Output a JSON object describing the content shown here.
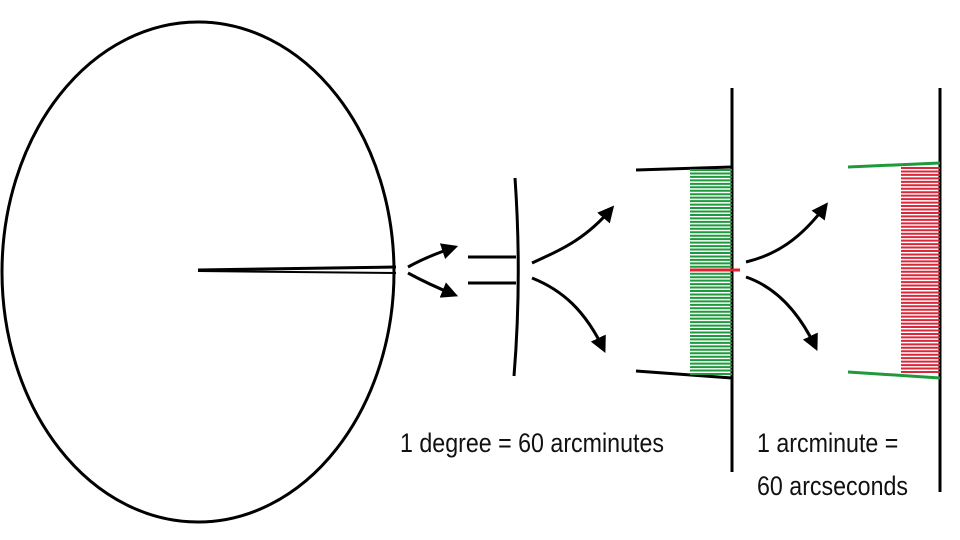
{
  "captions": {
    "degree": "1 degree = 60 arcminutes",
    "arcminute_line1": "1 arcminute =",
    "arcminute_line2": "60 arcseconds"
  },
  "subdivisions": {
    "arcminute_lines": 60,
    "arcsecond_lines": 60
  },
  "colors": {
    "outline": "#000000",
    "arcminute_lines": "#1e9a3c",
    "arcsecond_lines": "#d8283a",
    "highlight": "#e0202e"
  }
}
